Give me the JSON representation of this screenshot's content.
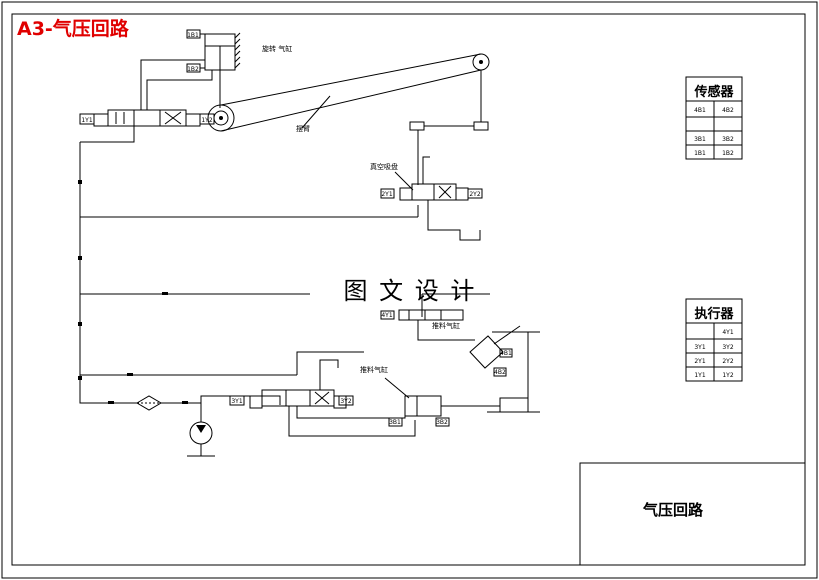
{
  "sheet_title": "A3-气压回路",
  "watermark": "图 文 设 计",
  "title_block": {
    "drawing_name": "气压回路"
  },
  "labels": {
    "rotary_cylinder": "旋转 气缸",
    "arm": "摆臂",
    "vacuum_cup": "真空吸盘",
    "push_cylinder_1": "推料气缸",
    "push_cylinder_2": "推料气缸"
  },
  "tags": {
    "valve1_left": "1Y1",
    "valve1_right": "1Y2",
    "rot_top": "1B1",
    "rot_bottom": "1B2",
    "valve2_left": "2Y1",
    "valve2_right": "2Y2",
    "valve3_left": "4Y1",
    "cyl_mid_a": "4B1",
    "cyl_mid_b": "4B2",
    "valve4_left": "3Y1",
    "valve4_right": "3Y2",
    "cyl_low_a": "3B1",
    "cyl_low_b": "3B2"
  },
  "sensor_table": {
    "title": "传感器",
    "rows": [
      [
        "4B1",
        "4B2"
      ],
      [
        "",
        ""
      ],
      [
        "3B1",
        "3B2"
      ],
      [
        "1B1",
        "1B2"
      ]
    ]
  },
  "actuator_table": {
    "title": "执行器",
    "rows": [
      [
        "",
        "4Y1"
      ],
      [
        "3Y1",
        "3Y2"
      ],
      [
        "2Y1",
        "2Y2"
      ],
      [
        "1Y1",
        "1Y2"
      ]
    ]
  }
}
